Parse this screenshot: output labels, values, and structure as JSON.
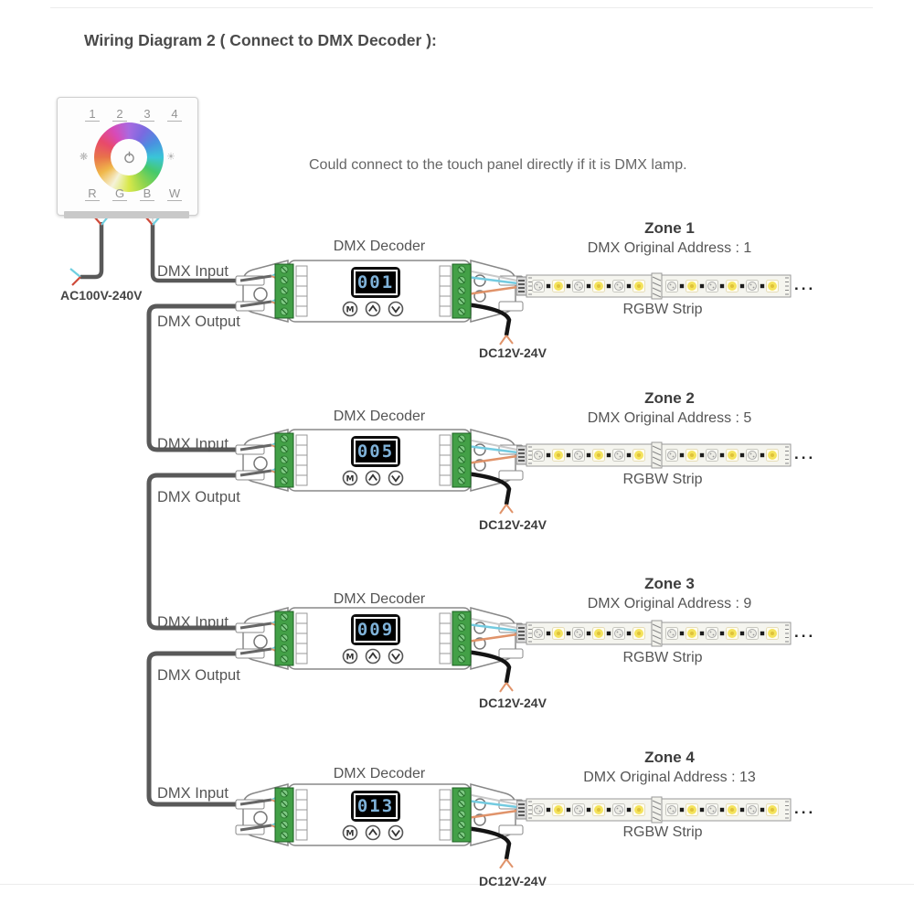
{
  "title": "Wiring Diagram 2 ( Connect to DMX Decoder ):",
  "note": "Could connect to the touch panel directly if it is DMX lamp.",
  "touch_panel": {
    "zone_buttons": [
      "1",
      "2",
      "3",
      "4"
    ],
    "color_buttons": [
      "R",
      "G",
      "B",
      "W"
    ]
  },
  "power_input_label": "AC100V-240V",
  "decoder": {
    "name": "DMX Decoder",
    "menu_button": "M",
    "input_label": "DMX Input",
    "output_label": "DMX Output",
    "power_label": "DC12V-24V"
  },
  "strip_label": "RGBW Strip",
  "ellipsis": "...",
  "zones": [
    {
      "name": "Zone 1",
      "address_label": "DMX Original Address : 1",
      "display": "001"
    },
    {
      "name": "Zone 2",
      "address_label": "DMX Original Address : 5",
      "display": "005"
    },
    {
      "name": "Zone 3",
      "address_label": "DMX Original Address : 9",
      "display": "009"
    },
    {
      "name": "Zone 4",
      "address_label": "DMX Original Address : 13",
      "display": "013"
    }
  ],
  "colors": {
    "wire_gray": "#595959",
    "power_wire_black": "#141414",
    "terminal_green": "#43a047",
    "display_digit_blue": "#7fb2d9",
    "led_yellow": "#f4e35c"
  }
}
